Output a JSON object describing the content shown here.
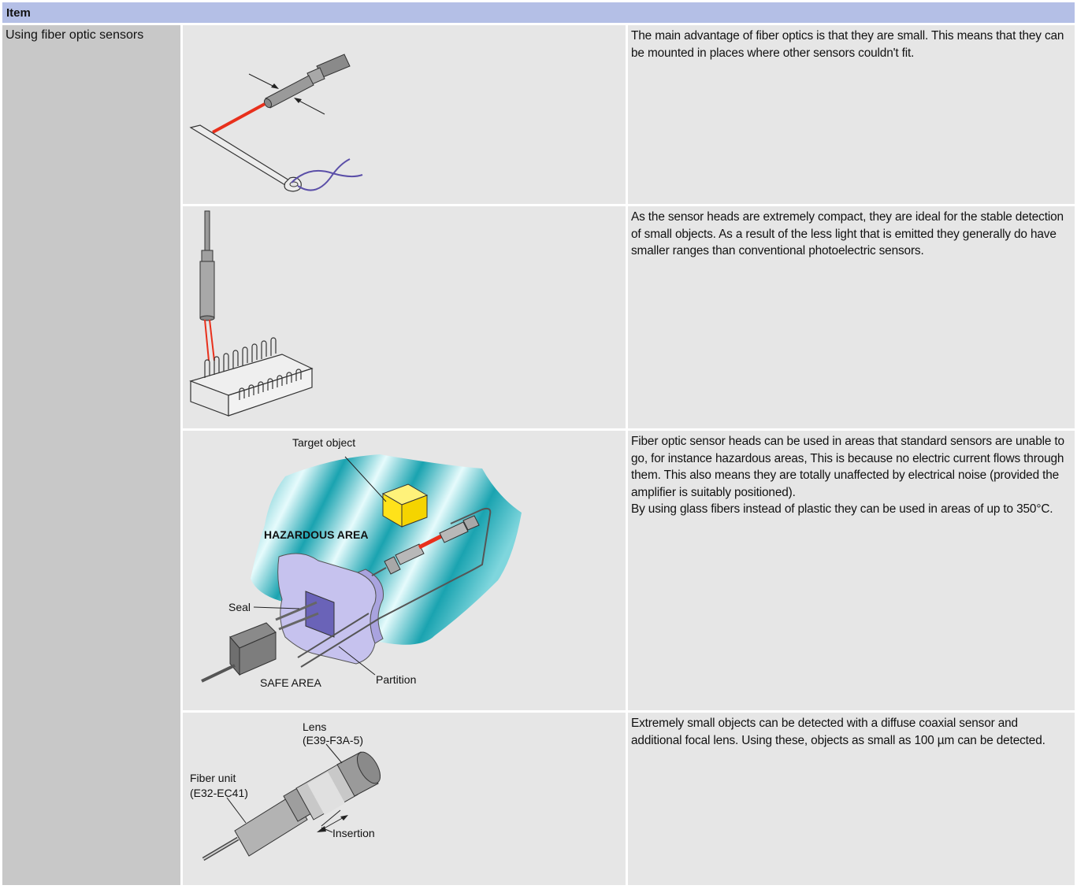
{
  "header": {
    "title": "Item"
  },
  "item": {
    "label": "Using fiber optic sensors"
  },
  "rows": [
    {
      "text": [
        "The main advantage of fiber optics is that they are small. This means that they can be mounted in places where other sensors couldn't fit."
      ]
    },
    {
      "text": [
        "As the sensor heads are extremely compact, they are ideal for the stable detection of small objects. As a result of the less light that is emitted they generally do have smaller ranges than conventional photoelectric sensors."
      ]
    },
    {
      "text": [
        "Fiber optic sensor heads can be used in areas that standard sensors are unable to go, for instance hazardous areas, This is because no electric current flows through them. This also means they are totally unaffected by electrical noise (provided the amplifier is suitably positioned).",
        "By using glass fibers instead of plastic they can be used in areas of up to 350°C."
      ]
    },
    {
      "text": [
        "Extremely small objects can be detected with a diffuse coaxial sensor and additional focal lens. Using these, objects as small as 100 µm can be detected."
      ]
    }
  ],
  "diagram3": {
    "target_object": "Target object",
    "hazardous_area": "HAZARDOUS AREA",
    "seal": "Seal",
    "safe_area": "SAFE AREA",
    "partition": "Partition"
  },
  "diagram4": {
    "lens": "Lens",
    "lens_model": "(E39-F3A-5)",
    "fiber_unit": "Fiber unit",
    "fiber_model": "(E32-EC41)",
    "insertion": "Insertion"
  },
  "colors": {
    "header": "#b4bfe6",
    "left_cell": "#c8c8c8",
    "cell": "#e6e6e6",
    "beam": "#e8301c",
    "hazard": "#1fa9b6",
    "partition": "#c8c4ee",
    "target": "#ffe21a"
  }
}
